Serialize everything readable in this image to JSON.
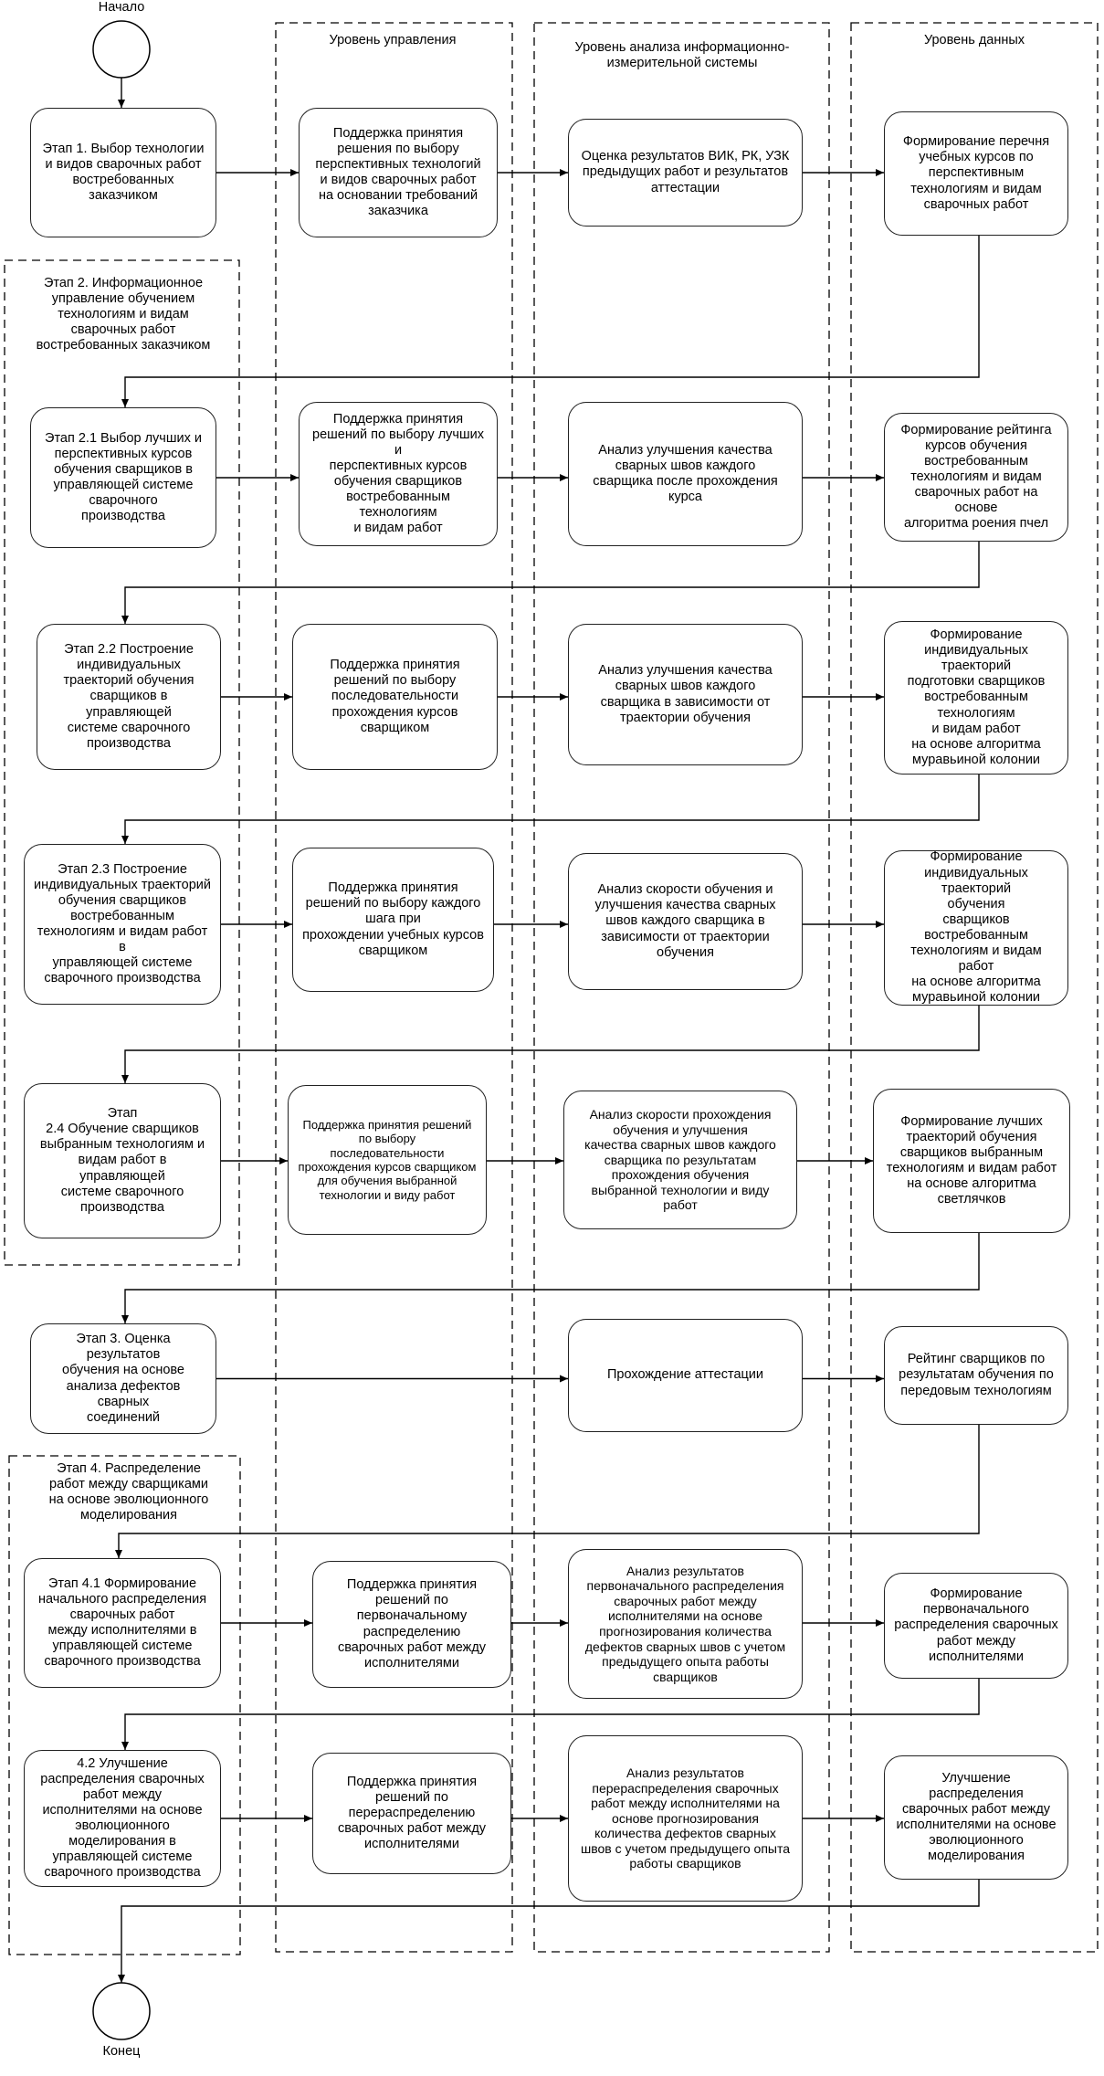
{
  "start_label": "Начало",
  "end_label": "Конец",
  "lanes": {
    "control": "Уровень управления",
    "analysis": "Уровень анализа информационно-\nизмерительной системы",
    "data": "Уровень данных"
  },
  "group_labels": {
    "stage2": "Этап 2. Информационное\nуправление обучением\nтехнологиям и видам\nсварочных работ\nвостребованных заказчиком",
    "stage4": "Этап 4. Распределение\nработ между сварщиками\nна основе эволюционного\nмоделирования"
  },
  "rows": [
    {
      "stage": "Этап 1. Выбор технологии\nи видов сварочных работ\nвостребованных заказчиком",
      "control": "Поддержка принятия\nрешения по выбору\nперспективных  технологий\nи видов сварочных работ\nна основании требований\nзаказчика",
      "analysis": "Оценка результатов ВИК, РК, УЗК\nпредыдущих работ и результатов\nаттестации",
      "data": "Формирование перечня\nучебных курсов по\nперспективным\nтехнологиям и видам\nсварочных работ"
    },
    {
      "stage": "Этап 2.1 Выбор лучших и\nперспективных курсов\nобучения сварщиков в\nуправляющей системе\nсварочного\nпроизводства",
      "control": "Поддержка принятия\nрешений по выбору лучших и\nперспективных курсов\nобучения сварщиков\nвостребованным технологиям\nи видам работ",
      "analysis": "Анализ улучшения качества\nсварных швов каждого\nсварщика после прохождения\nкурса",
      "data": "Формирование рейтинга\nкурсов обучения\nвостребованным\nтехнологиям и видам\nсварочных работ на основе\nалгоритма роения пчел"
    },
    {
      "stage": "Этап 2.2 Построение\nиндивидуальных\nтраекторий обучения\nсварщиков в управляющей\nсистеме сварочного\nпроизводства",
      "control": "Поддержка принятия\nрешений по выбору\nпоследовательности\nпрохождения курсов\nсварщиком",
      "analysis": "Анализ улучшения качества\nсварных швов каждого\nсварщика в зависимости от\nтраектории обучения",
      "data": "Формирование\nиндивидуальных траекторий\nподготовки сварщиков\nвостребованным технологиям\nи видам работ\nна основе алгоритма\nмуравьиной колонии"
    },
    {
      "stage": "Этап 2.3 Построение\nиндивидуальных траекторий\nобучения сварщиков\nвостребованным\nтехнологиям и видам работ в\nуправляющей системе\nсварочного производства",
      "control": "Поддержка принятия\nрешений по выбору каждого\nшага при\nпрохождении учебных курсов\nсварщиком",
      "analysis": "Анализ скорости обучения и\nулучшения качества сварных\nшвов каждого сварщика в\nзависимости от траектории\nобучения",
      "data": "Формирование\nиндивидуальных траекторий\nобучения\nсварщиков востребованным\nтехнологиям и видам работ\nна основе алгоритма\nмуравьиной колонии"
    },
    {
      "stage": "Этап\n2.4 Обучение сварщиков\nвыбранным технологиям и\nвидам работ в управляющей\nсистеме сварочного\nпроизводства",
      "control": "Поддержка принятия решений\nпо выбору\nпоследовательности\nпрохождения курсов сварщиком\nдля обучения выбранной\nтехнологии и виду работ",
      "analysis": "Анализ скорости прохождения\nобучения и улучшения\nкачества сварных швов каждого\nсварщика по результатам\nпрохождения обучения\nвыбранной технологии и виду\nработ",
      "data": "Формирование лучших\nтраекторий обучения\nсварщиков выбранным\nтехнологиям и видам работ\nна основе алгоритма\nсветлячков"
    },
    {
      "stage": "Этап 3. Оценка результатов\nобучения на основе\nанализа дефектов сварных\nсоединений",
      "control": "",
      "analysis": "Прохождение аттестации",
      "data": "Рейтинг сварщиков по\nрезультатам обучения по\nпередовым технологиям"
    },
    {
      "stage": "Этап 4.1 Формирование\nначального распределения\nсварочных работ\nмежду исполнителями в\nуправляющей системе\nсварочного производства",
      "control": "Поддержка принятия\nрешений по\nпервоначальному\nраспределению\nсварочных работ между\nисполнителями",
      "analysis": "Анализ результатов\nпервоначального распределения\nсварочных работ между\nисполнителями на основе\nпрогнозирования количества\nдефектов сварных швов с учетом\nпредыдущего опыта работы\nсварщиков",
      "data": "Формирование\nпервоначального\nраспределения сварочных\nработ между\nисполнителями"
    },
    {
      "stage": "4.2 Улучшение\nраспределения сварочных\nработ между\nисполнителями на основе\nэволюционного\nмоделирования в\nуправляющей системе\nсварочного производства",
      "control": "Поддержка принятия\nрешений по\nперераспределению\nсварочных работ между\nисполнителями",
      "analysis": "Анализ результатов\nперераспределения сварочных\nработ между исполнителями на\nоснове прогнозирования\nколичества дефектов сварных\nшвов с учетом предыдущего опыта\nработы сварщиков",
      "data": "Улучшение распределения\nсварочных работ между\nисполнителями на основе\nэволюционного\nмоделирования"
    }
  ]
}
